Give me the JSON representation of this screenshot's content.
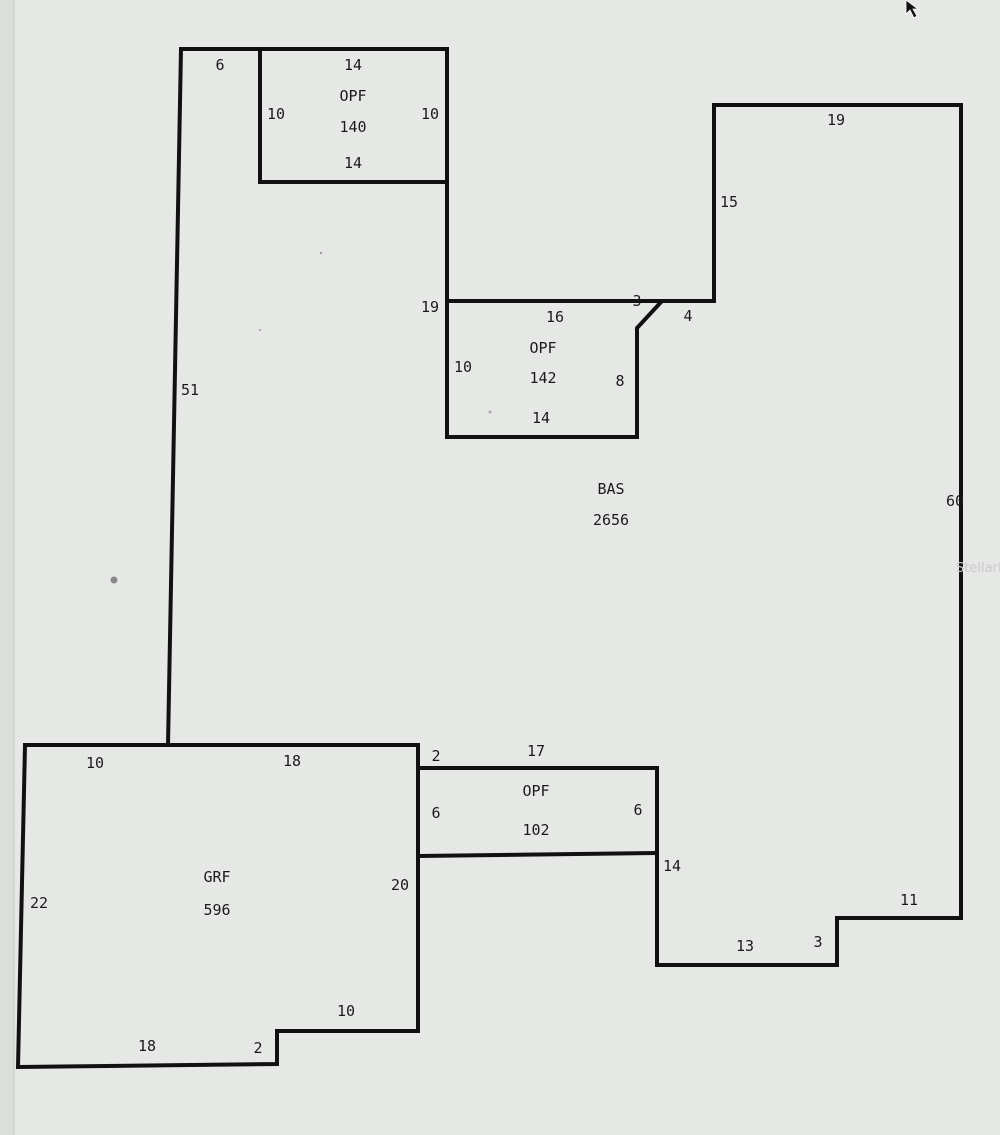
{
  "watermark": "StellarMLS",
  "areas": {
    "bas": {
      "code": "BAS",
      "sqft": "2656"
    },
    "opf_top": {
      "code": "OPF",
      "sqft": "140"
    },
    "opf_mid": {
      "code": "OPF",
      "sqft": "142"
    },
    "opf_low": {
      "code": "OPF",
      "sqft": "102"
    },
    "grf": {
      "code": "GRF",
      "sqft": "596"
    }
  },
  "dims": {
    "bas_top_left": "6",
    "bas_left": "51",
    "bas_mid_step": "19",
    "bas_right_top": "19",
    "bas_right_wing": "15",
    "bas_right": "60",
    "bas_notch": "3",
    "bas_diag": "4",
    "bas_right_bottom": "11",
    "bas_notch_bottom": "3",
    "bas_bottom": "13",
    "bas_lower_right": "14",
    "opf_top_top": "14",
    "opf_top_left": "10",
    "opf_top_right": "10",
    "opf_top_bottom": "14",
    "opf_mid_top": "16",
    "opf_mid_left": "10",
    "opf_mid_right": "8",
    "opf_mid_bottom": "14",
    "opf_low_step": "2",
    "opf_low_top": "17",
    "opf_low_left": "6",
    "opf_low_right": "6",
    "grf_top_left": "10",
    "grf_top_right": "18",
    "grf_left": "22",
    "grf_right": "20",
    "grf_bottom_right": "10",
    "grf_bottom": "18",
    "grf_notch": "2"
  }
}
